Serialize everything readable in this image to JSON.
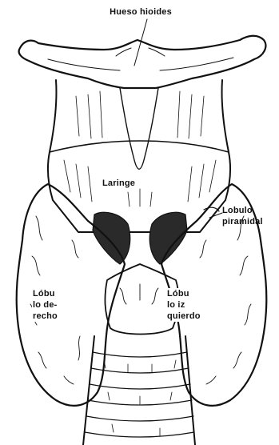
{
  "labels": {
    "hyoid": "Hueso hioides",
    "larynx": "Laringe",
    "pyramidal_line1": "Lobulo",
    "pyramidal_line2": "piramidal",
    "right_line1": "Lóbu",
    "right_line2": "lo de-",
    "right_line3": "recho",
    "left_line1": "Lóbu",
    "left_line2": "lo iz",
    "left_line3": "quierdo"
  }
}
